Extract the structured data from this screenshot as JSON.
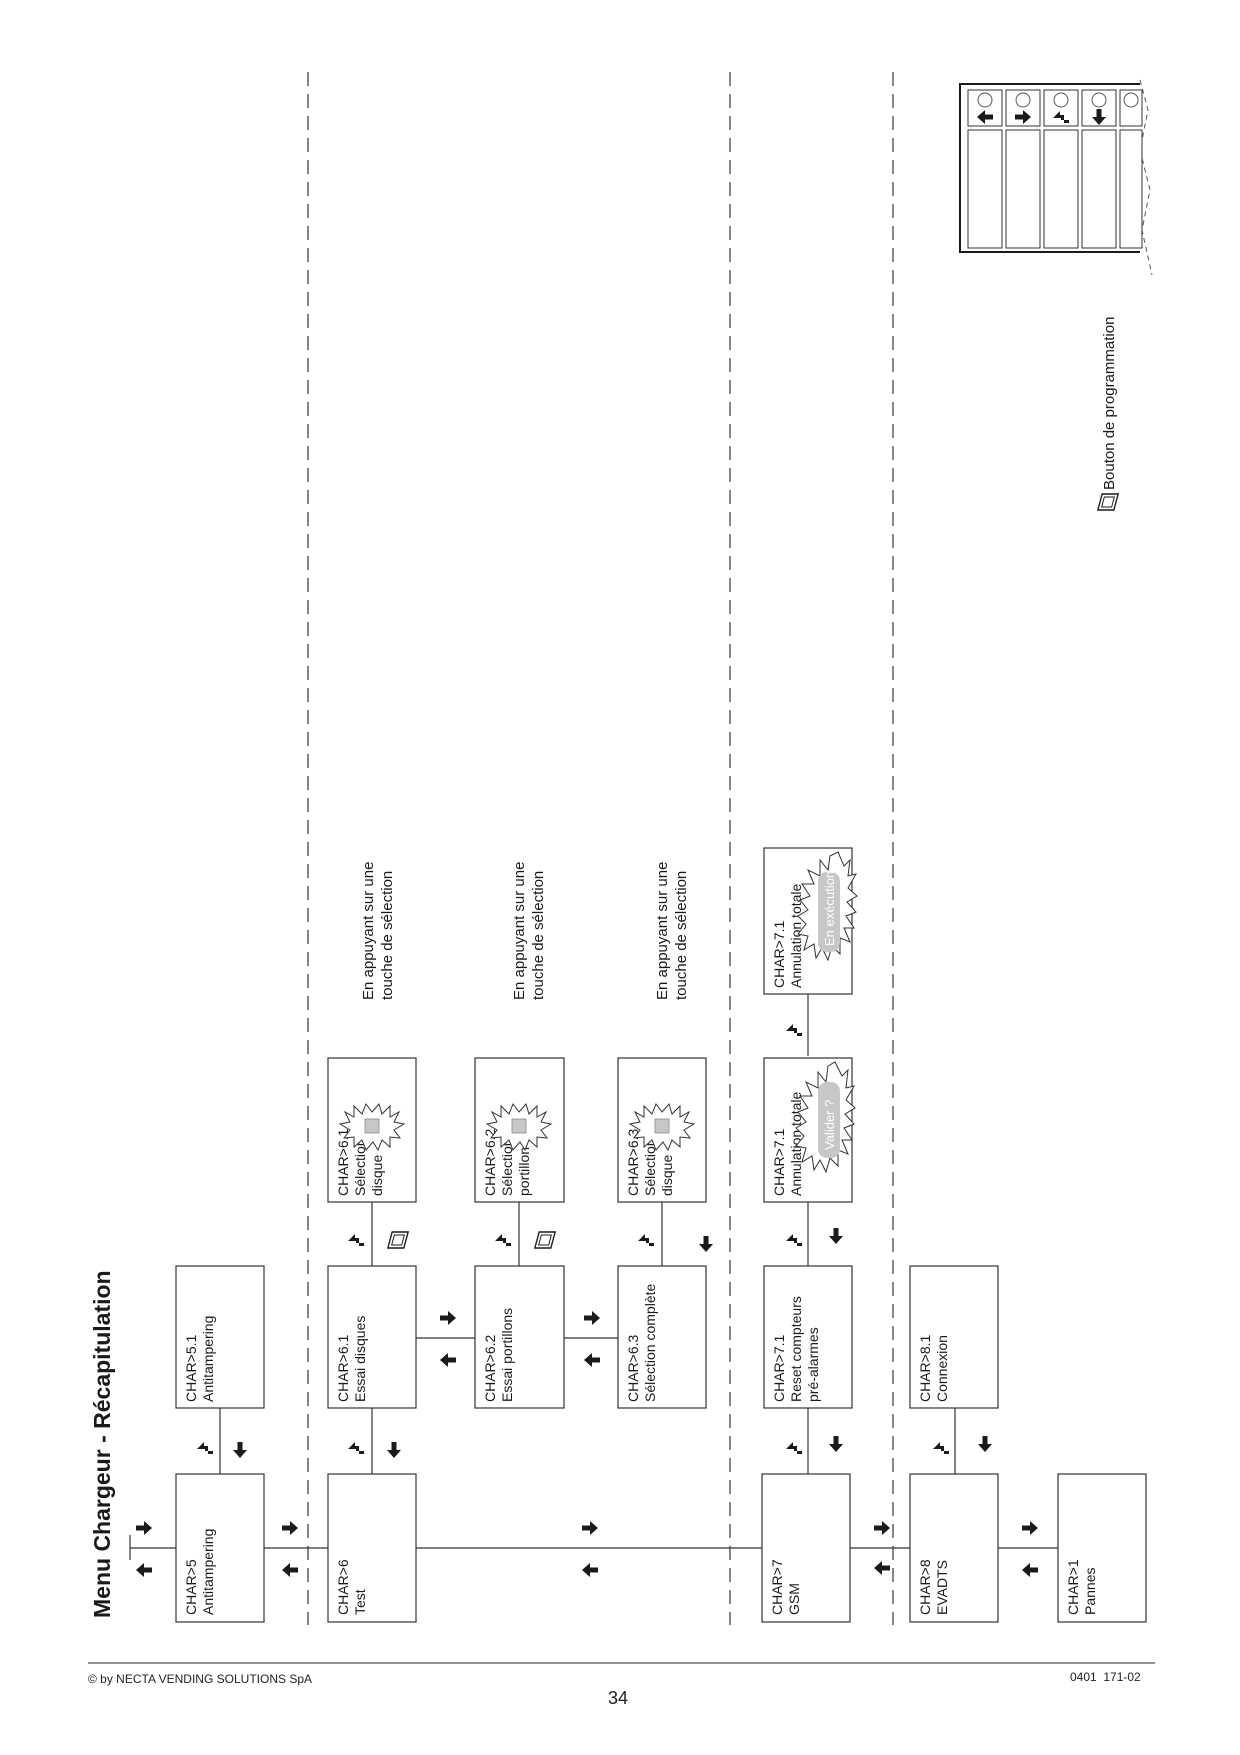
{
  "title": "Menu Chargeur - Récapitulation",
  "menu_boxes": {
    "char5": [
      "CHAR>5",
      "Antitampering"
    ],
    "char51": [
      "CHAR>5.1",
      "Antitampering"
    ],
    "char6": [
      "CHAR>6",
      "Test"
    ],
    "char61": [
      "CHAR>6.1",
      "Essai disques"
    ],
    "char61s": [
      "CHAR>6.1",
      "Sélectionner",
      "disque"
    ],
    "char62": [
      "CHAR>6.2",
      "Essai portillons"
    ],
    "char62s": [
      "CHAR>6.2",
      "Sélectionner",
      "portillon"
    ],
    "char63": [
      "CHAR>6.3",
      "Sélection complète"
    ],
    "char63s": [
      "CHAR>6.3",
      "Sélectionner",
      "disque"
    ],
    "char7": [
      "CHAR>7",
      "GSM"
    ],
    "char71": [
      "CHAR>7.1",
      "Reset compteurs",
      "pré-alarmes"
    ],
    "char71v": [
      "CHAR>7.1",
      "Annulation totale"
    ],
    "char71e": [
      "CHAR>7.1",
      "Annulation totale"
    ],
    "char8": [
      "CHAR>8",
      "EVADTS"
    ],
    "char81": [
      "CHAR>8.1",
      "Connexion"
    ],
    "char1": [
      "CHAR>1",
      "Pannes"
    ]
  },
  "bursts": {
    "valider": "Valider ?",
    "execution": "En exécution"
  },
  "notes": {
    "press_selection": [
      "En appuyant sur une",
      "touche de sélection"
    ],
    "legend": "Bouton de programmation"
  },
  "footer": {
    "copyright": "© by NECTA VENDING SOLUTIONS SpA",
    "page_number": "34",
    "doc_code": "0401  171-02"
  },
  "colors": {
    "line": "#333333",
    "burst_fill": "#c7c7c7",
    "burst_text": "#ffffff"
  },
  "icons": [
    "arrow-up-icon",
    "arrow-down-icon",
    "arrow-left-icon",
    "arrow-right-icon",
    "enter-arrow-icon",
    "selection-button-icon"
  ]
}
